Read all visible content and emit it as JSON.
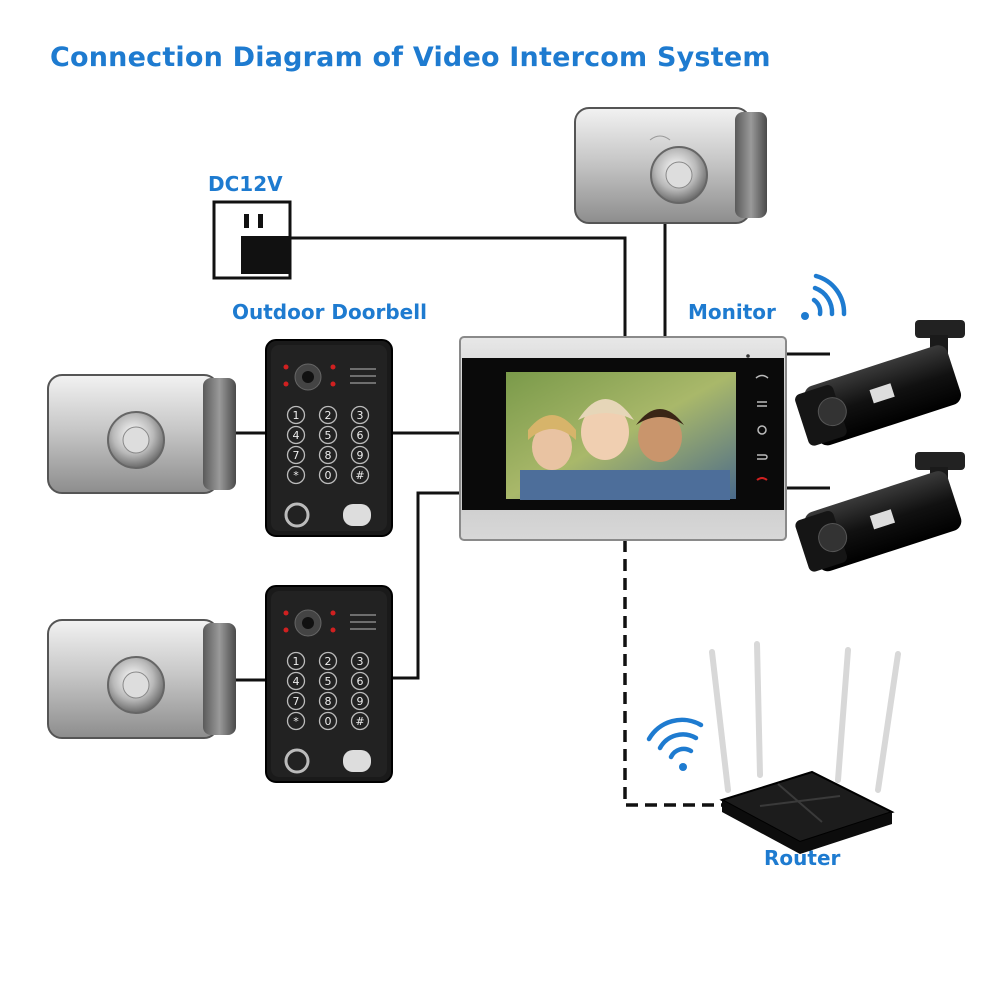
{
  "title": "Connection Diagram of Video Intercom System",
  "labels": {
    "dc_power": "DC12V",
    "outdoor_doorbell": "Outdoor Doorbell",
    "monitor": "Monitor",
    "router": "Router"
  },
  "keypad_keys": [
    "1",
    "2",
    "3",
    "4",
    "5",
    "6",
    "7",
    "8",
    "9",
    "*",
    "0",
    "#"
  ],
  "colors": {
    "accent": "#1e7bd0",
    "wire": "#111111",
    "wifi": "#1e7bd0"
  }
}
